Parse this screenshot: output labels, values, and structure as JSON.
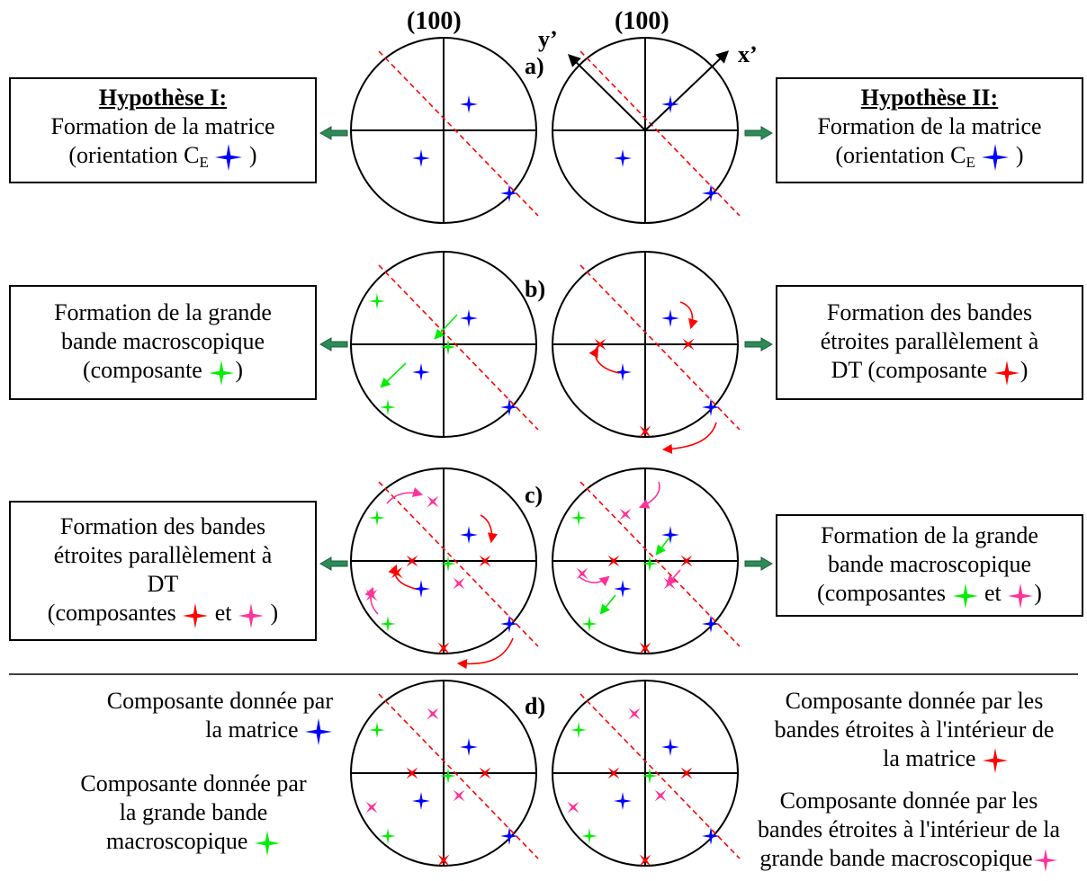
{
  "header": {
    "left_pole": "(100)",
    "right_pole": "(100)",
    "y_axis": "y’",
    "x_axis": "x’"
  },
  "rows": [
    {
      "tag": "a)",
      "left_box": {
        "title": "Hypothèse I:",
        "lines": [
          "Formation de la matrice"
        ],
        "last_prefix": "(orientation C",
        "last_sub": "E",
        "last_suffix": ")"
      },
      "right_box": {
        "title": "Hypothèse II:",
        "lines": [
          "Formation de la matrice"
        ],
        "last_prefix": "(orientation C",
        "last_sub": "E",
        "last_suffix": ")"
      }
    },
    {
      "tag": "b)",
      "left_box": {
        "lines": [
          "Formation de la grande",
          "bande macroscopique"
        ],
        "last_prefix": "(composante ",
        "last_suffix": ")"
      },
      "right_box": {
        "lines": [
          "Formation des bandes",
          "étroites parallèlement à"
        ],
        "last_prefix": "DT (composante ",
        "last_suffix": ")"
      }
    },
    {
      "tag": "c)",
      "left_box": {
        "lines": [
          "Formation des bandes",
          "étroites parallèlement à",
          "DT"
        ],
        "last_prefix": "(composantes ",
        "last_mid": " et ",
        "last_suffix": " )"
      },
      "right_box": {
        "lines": [
          "Formation de la grande",
          "bande macroscopique"
        ],
        "last_prefix": "(composantes ",
        "last_mid": " et ",
        "last_suffix": ")"
      }
    },
    {
      "tag": "d)"
    }
  ],
  "legend": {
    "matrix": [
      "Composante donnée par",
      "la matrice"
    ],
    "large_band": [
      "Composante donnée par",
      "la grande bande",
      "macroscopique"
    ],
    "narrow_in_matrix": [
      "Composante donnée par les",
      "bandes étroites à l'intérieur de",
      "la matrice"
    ],
    "narrow_in_band": [
      "Composante donnée par les",
      "bandes étroites à l'intérieur de la",
      "grande bande macroscopique"
    ]
  },
  "colors": {
    "blue": "#0000ff",
    "red": "#ff0000",
    "green": "#00ee00",
    "pink": "#ff3399",
    "arrow": "#2e8b57",
    "dashed": "#ff0000"
  }
}
